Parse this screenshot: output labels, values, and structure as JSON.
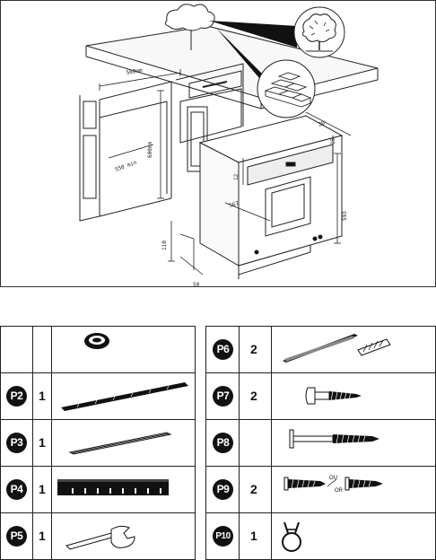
{
  "illustration": {
    "dimensions": {
      "top_width": "560mm",
      "niche_height": "600mm",
      "depth": "550 min",
      "ventilation": "20",
      "side_gap": "15",
      "oven_height": "593",
      "oven_depth": "567",
      "bottom_gap": "12",
      "top_gap": "110",
      "front_depth": "50"
    },
    "icons": [
      "cloud-icon",
      "tree-icon",
      "bricks-icon"
    ]
  },
  "parts": {
    "left": [
      {
        "code": "",
        "qty": "",
        "icon": "grommet-icon"
      },
      {
        "code": "P2",
        "qty": "1",
        "icon": "sealing-strip-icon"
      },
      {
        "code": "P3",
        "qty": "1",
        "icon": "trim-strip-icon"
      },
      {
        "code": "P4",
        "qty": "1",
        "icon": "bracket-rail-icon"
      },
      {
        "code": "P5",
        "qty": "1",
        "icon": "spanner-icon"
      }
    ],
    "right": [
      {
        "code": "P6",
        "qty": "2",
        "icon": "rail-with-pad-icon"
      },
      {
        "code": "P7",
        "qty": "2",
        "icon": "screw-icon"
      },
      {
        "code": "P8",
        "qty": "",
        "icon": "long-screw-icon"
      },
      {
        "code": "P9",
        "qty": "2",
        "icon": "screw-pair-icon"
      },
      {
        "code": "P10",
        "qty": "1",
        "icon": "hose-clamp-icon"
      }
    ],
    "or_label_top": "OU",
    "or_label_bottom": "OR"
  }
}
